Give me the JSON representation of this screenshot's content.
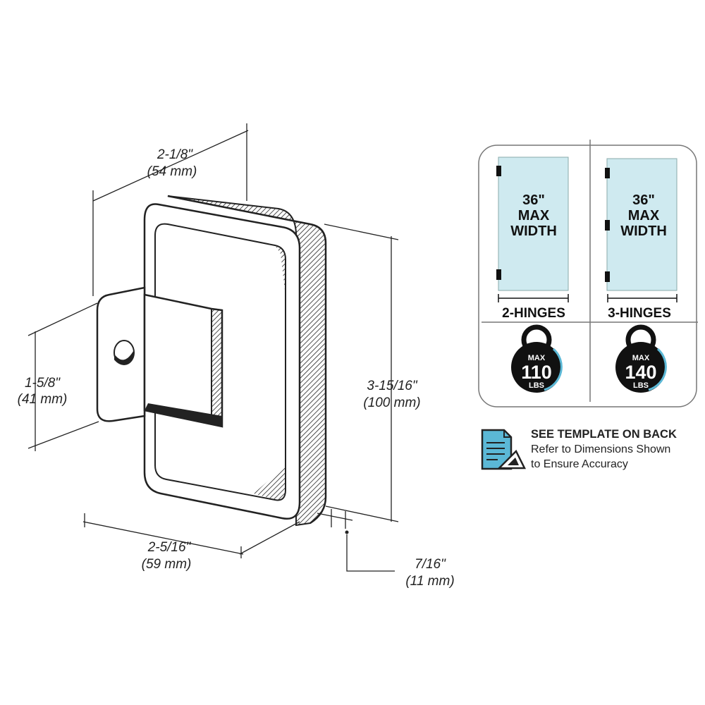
{
  "dimensions": {
    "depth_in": "2-1/8\"",
    "depth_mm": "(54 mm)",
    "leaf_in": "1-5/8\"",
    "leaf_mm": "(41 mm)",
    "height_in": "3-15/16\"",
    "height_mm": "(100 mm)",
    "width_in": "2-5/16\"",
    "width_mm": "(59 mm)",
    "gap_in": "7/16\"",
    "gap_mm": "(11 mm)"
  },
  "spec_panel": {
    "glass_color": "#cfeaf0",
    "accent_color": "#5bb8d6",
    "left": {
      "line1": "36\"",
      "line2": "MAX",
      "line3": "WIDTH",
      "label": "2-HINGES",
      "weight_max": "MAX",
      "weight_value": "110",
      "weight_unit": "LBS"
    },
    "right": {
      "line1": "36\"",
      "line2": "MAX",
      "line3": "WIDTH",
      "label": "3-HINGES",
      "weight_max": "MAX",
      "weight_value": "140",
      "weight_unit": "LBS"
    }
  },
  "template_note": {
    "title": "SEE TEMPLATE ON BACK",
    "line1": "Refer to Dimensions Shown",
    "line2": "to Ensure Accuracy",
    "icon": "document-template-icon"
  }
}
